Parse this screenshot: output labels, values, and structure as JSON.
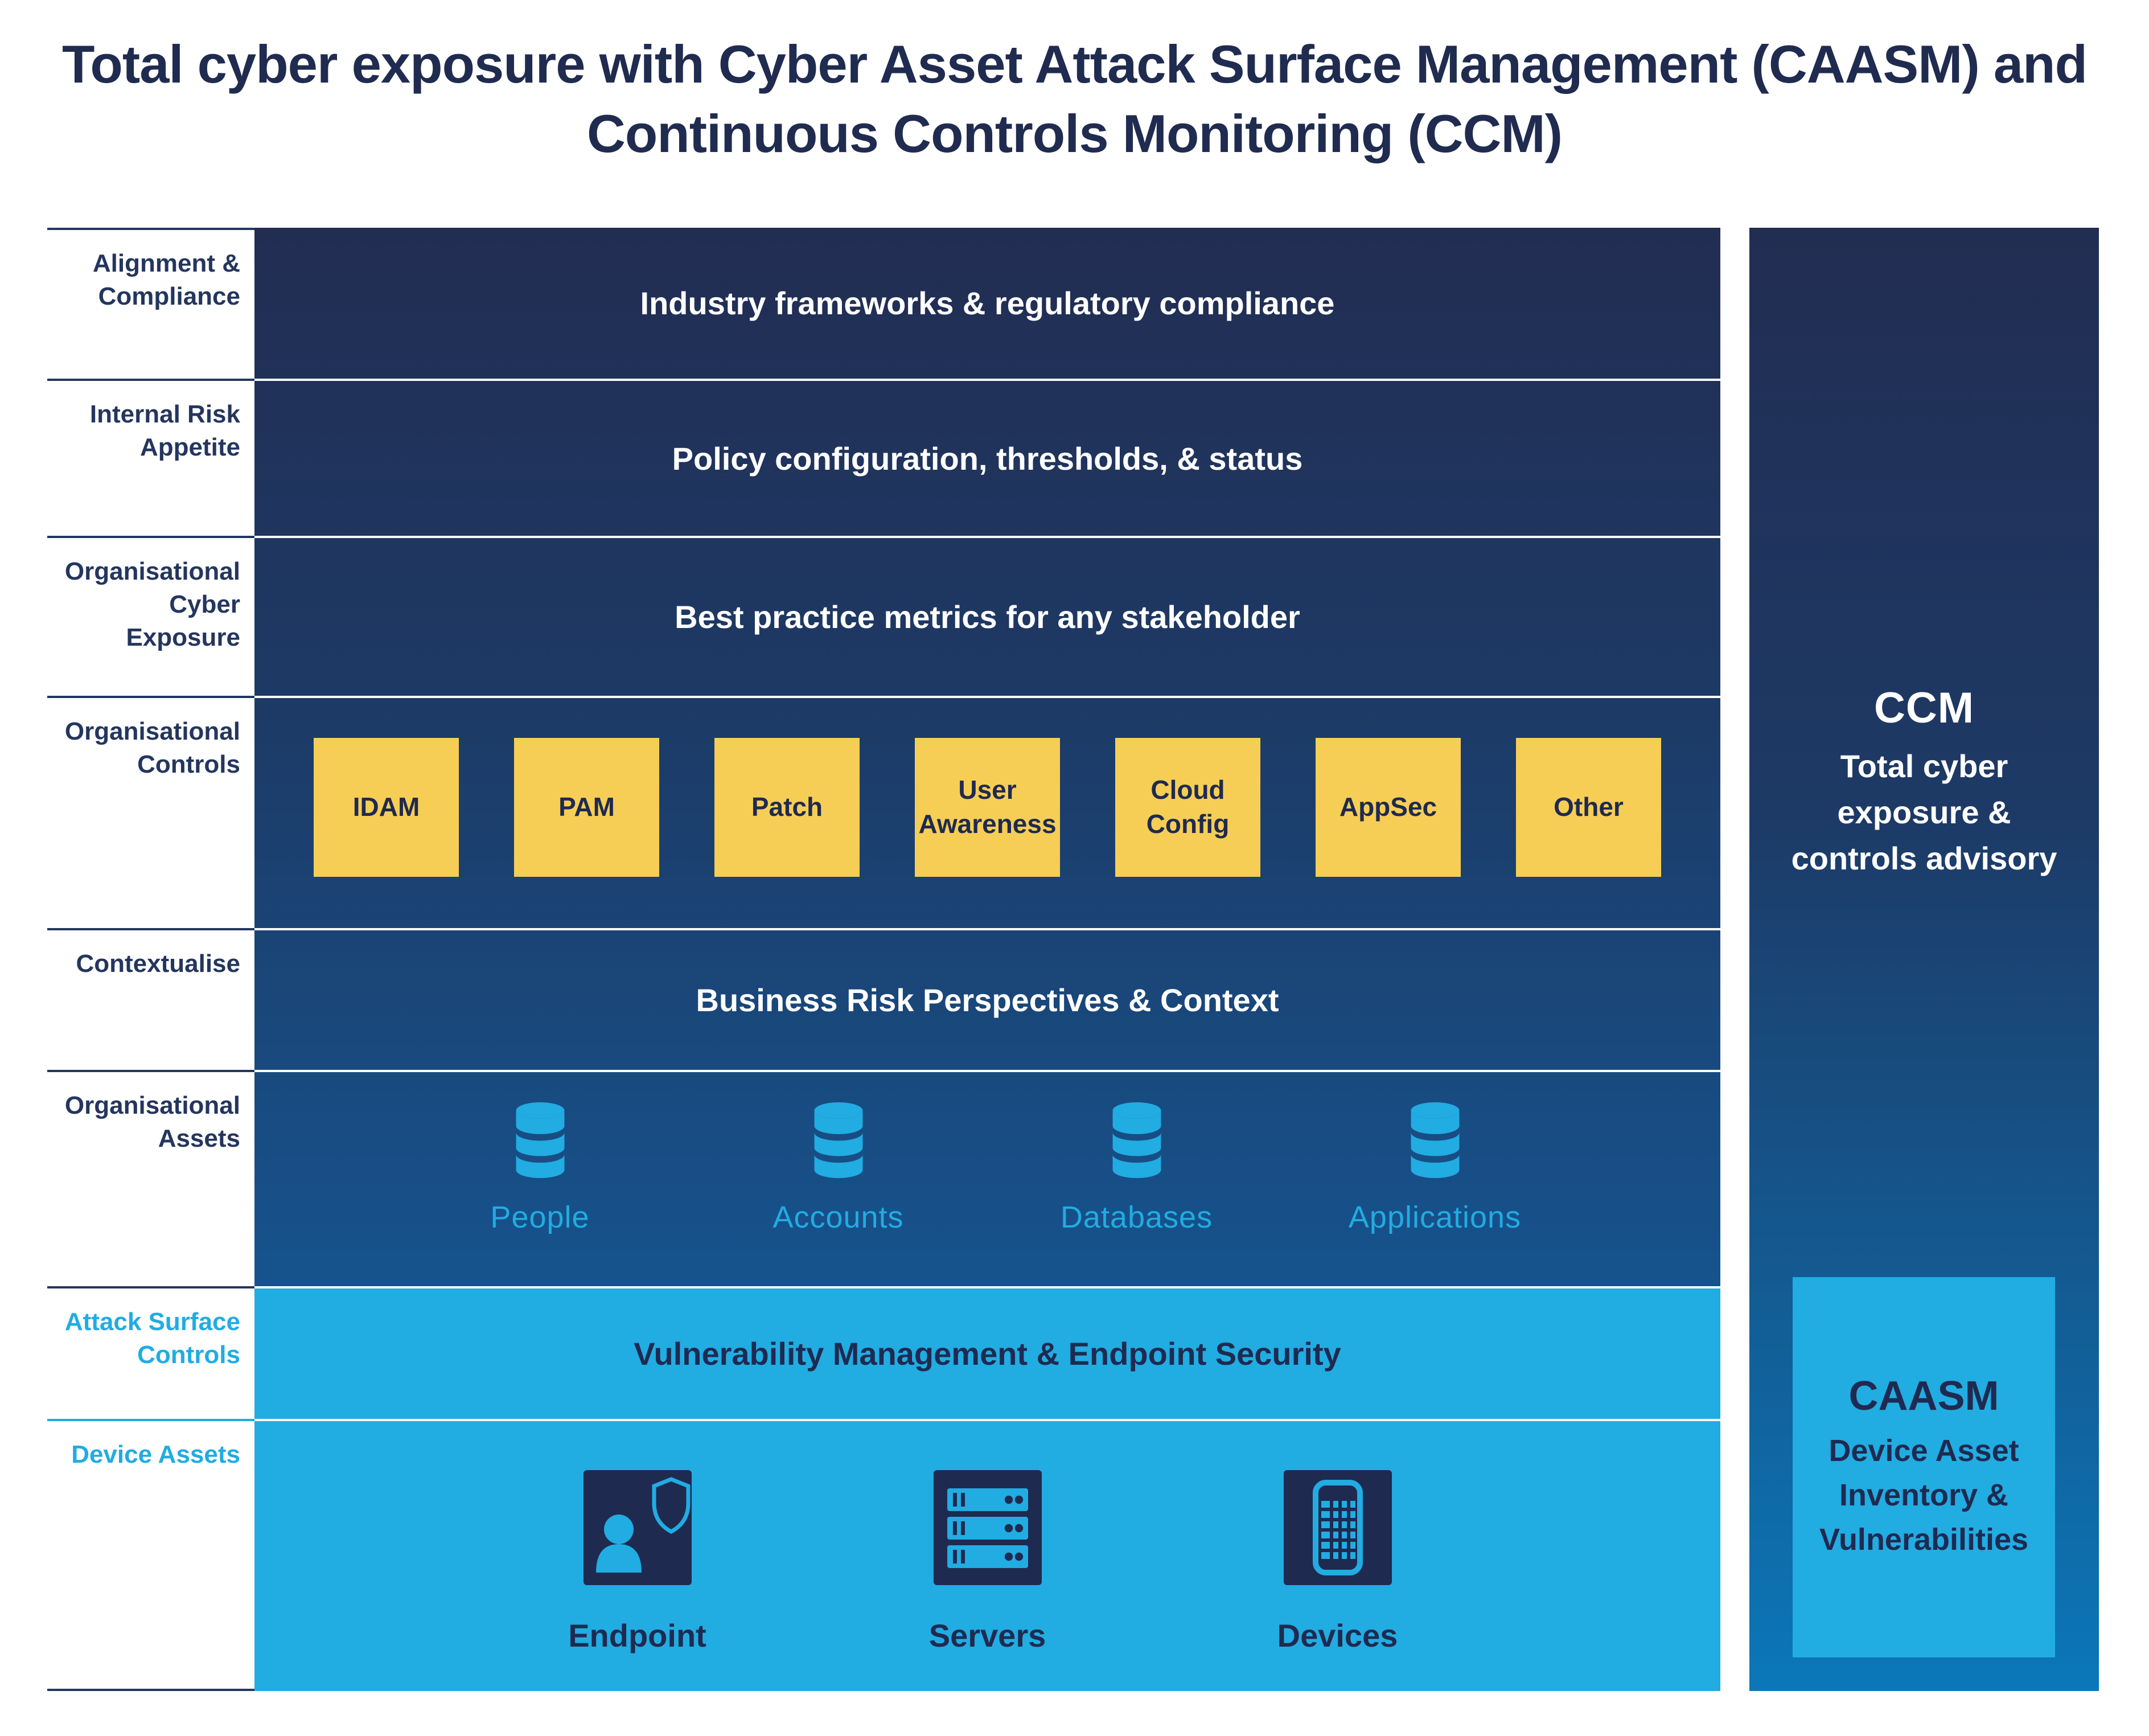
{
  "title": "Total cyber exposure with Cyber Asset Attack Surface Management (CAASM) and Continuous Controls Monitoring (CCM)",
  "sidebar": {
    "labels": [
      "Alignment & Compliance",
      "Internal Risk Appetite",
      "Organisational Cyber Exposure",
      "Organisational Controls",
      "Contextualise",
      "Organisational Assets",
      "Attack Surface Controls",
      "Device Assets"
    ]
  },
  "main": {
    "row1": "Industry frameworks & regulatory compliance",
    "row2": "Policy configuration, thresholds, & status",
    "row3": "Best practice metrics for any stakeholder",
    "row5": "Business Risk Perspectives & Context",
    "row7": "Vulnerability Management & Endpoint Security",
    "controls": [
      "IDAM",
      "PAM",
      "Patch",
      "User Awareness",
      "Cloud Config",
      "AppSec",
      "Other"
    ],
    "assets": [
      "People",
      "Accounts",
      "Databases",
      "Applications"
    ],
    "devices": [
      "Endpoint",
      "Servers",
      "Devices"
    ]
  },
  "ccm": {
    "title": "CCM",
    "subtitle": "Total cyber exposure & controls advisory"
  },
  "caasm": {
    "title": "CAASM",
    "subtitle": "Device Asset Inventory & Vulnerabilities"
  },
  "colors": {
    "navy_text": "#1f2a50",
    "label_line": "#24365e",
    "gradient_top": "#222d52",
    "gradient_bottom": "#16538d",
    "ccm_gradient_bottom": "#0b77b9",
    "light_blue": "#21ace2",
    "yellow": "#f6ce55",
    "white": "#ffffff"
  }
}
